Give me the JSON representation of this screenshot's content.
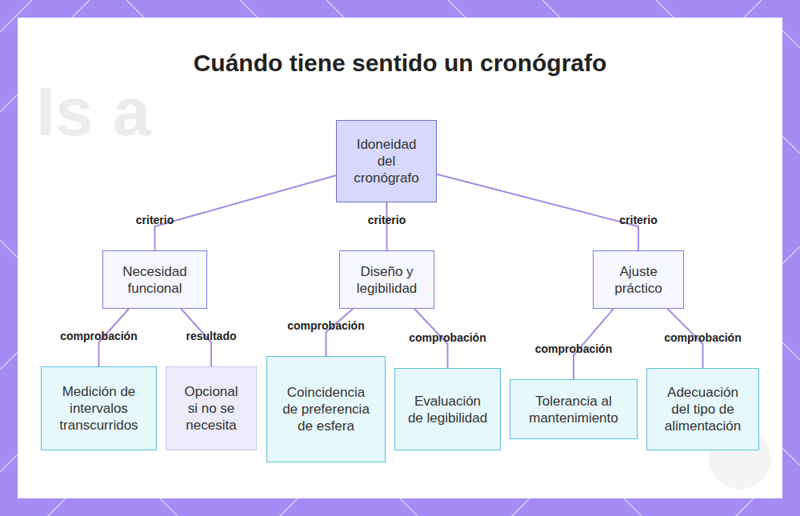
{
  "diagram": {
    "title": "Cuándo tiene sentido un cronógrafo",
    "nodes": [
      {
        "text": [
          "Idoneidad del cronógrafo"
        ]
      },
      {
        "text": [
          "Necesidad funcional"
        ]
      },
      {
        "text": [
          "Diseño y legibilidad"
        ]
      },
      {
        "text": [
          "Ajuste práctico"
        ]
      },
      {
        "text": [
          "Medición de intervalos transcurridos"
        ]
      },
      {
        "text": [
          "Opcional si no se necesita"
        ]
      },
      {
        "text": [
          "Coincidencia de preferencia de esfera"
        ]
      },
      {
        "text": [
          "Evaluación de legibilidad"
        ]
      },
      {
        "text": [
          "Tolerancia al mantenimiento"
        ]
      },
      {
        "text": [
          "Adecuación del tipo de alimentación"
        ]
      }
    ],
    "edges": [
      {
        "from": 0,
        "to": 1,
        "label": "criterio",
        "arrow": "none"
      },
      {
        "from": 0,
        "to": 2,
        "label": "criterio",
        "arrow": "none"
      },
      {
        "from": 0,
        "to": 3,
        "label": "criterio",
        "arrow": "none"
      },
      {
        "from": 1,
        "to": 4,
        "label": "comprobación",
        "arrow": "none"
      },
      {
        "from": 1,
        "to": 5,
        "label": "resultado",
        "arrow": "none"
      },
      {
        "from": 2,
        "to": 6,
        "label": "comprobación",
        "arrow": "none"
      },
      {
        "from": 2,
        "to": 7,
        "label": "comprobación",
        "arrow": "none"
      },
      {
        "from": 3,
        "to": 8,
        "label": "comprobación",
        "arrow": "none"
      },
      {
        "from": 3,
        "to": 9,
        "label": "comprobación",
        "arrow": "none"
      }
    ],
    "labels": [
      "Is a"
    ]
  }
}
